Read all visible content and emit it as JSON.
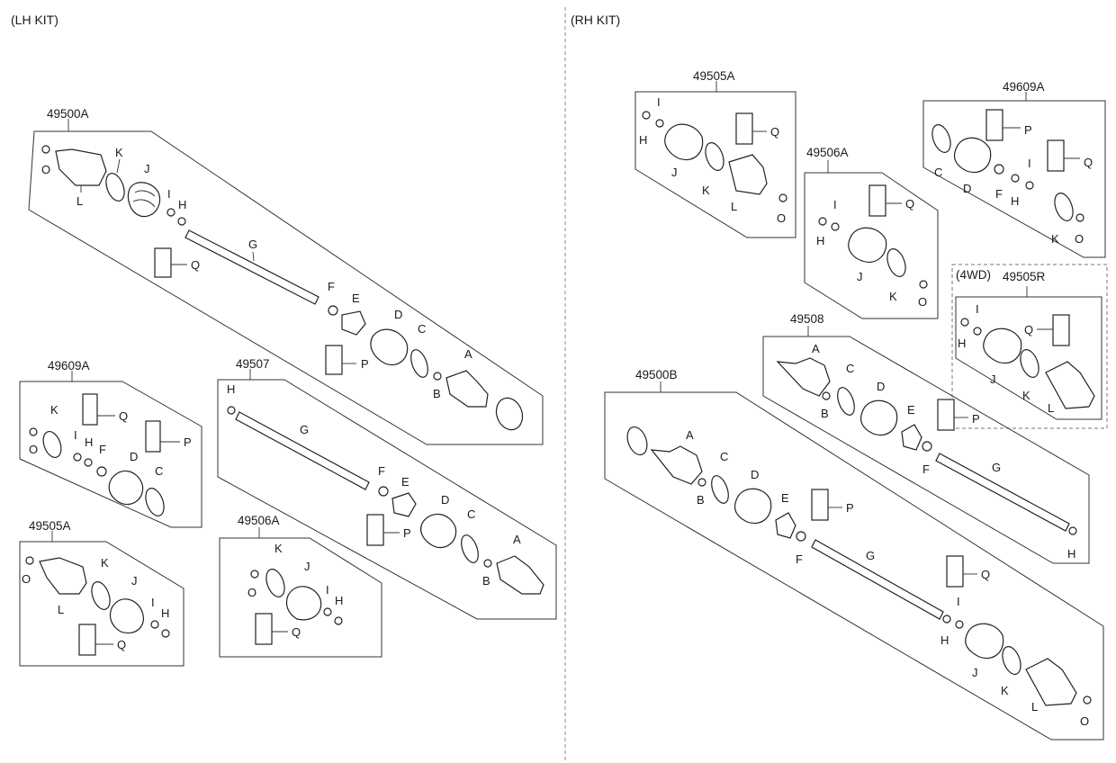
{
  "headers": {
    "left": "(LH KIT)",
    "right": "(RH KIT)"
  },
  "kits": {
    "k49500A": "49500A",
    "k49609A_left": "49609A",
    "k49505A_left": "49505A",
    "k49507": "49507",
    "k49506A_left": "49506A",
    "k49505A_right": "49505A",
    "k49506A_right": "49506A",
    "k49609A_right": "49609A",
    "k49505R": "49505R",
    "wd4": "(4WD)",
    "k49508": "49508",
    "k49500B": "49500B"
  },
  "part_letters": [
    "A",
    "B",
    "C",
    "D",
    "E",
    "F",
    "G",
    "H",
    "I",
    "J",
    "K",
    "L",
    "O",
    "P",
    "Q"
  ]
}
